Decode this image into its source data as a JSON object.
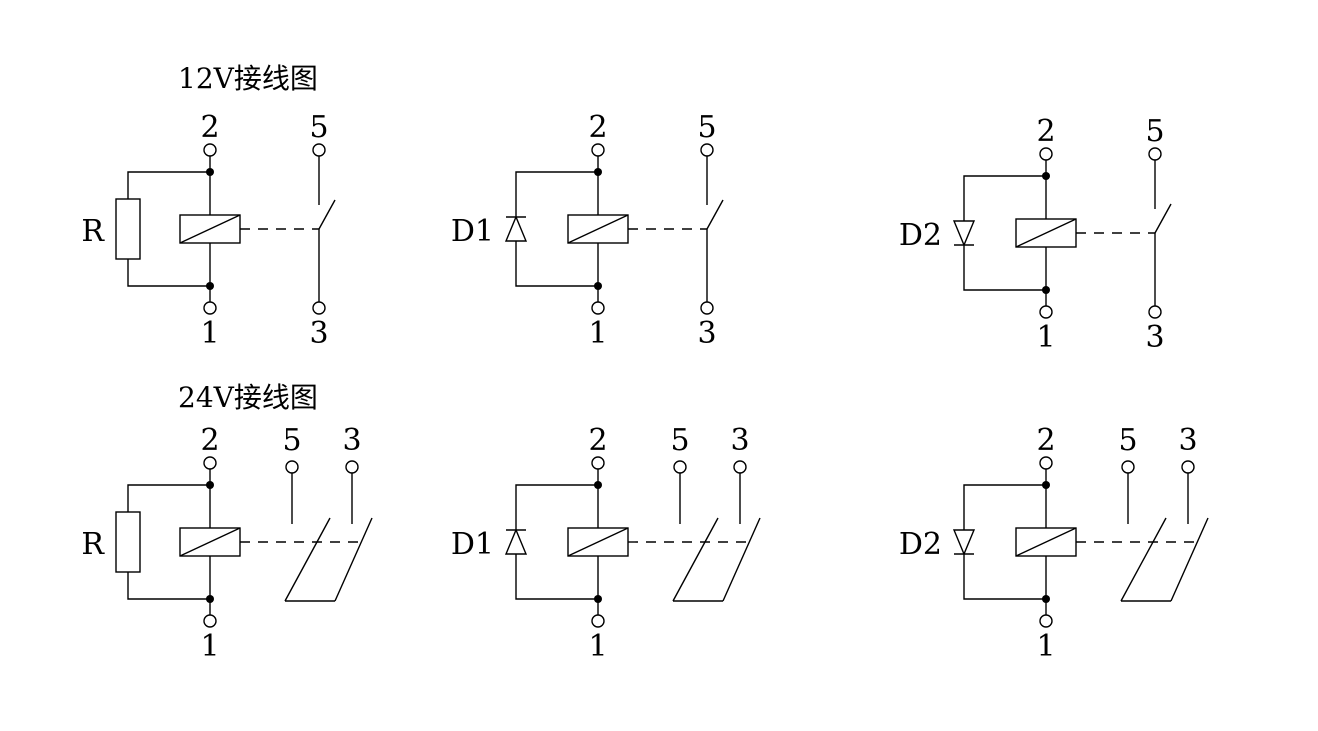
{
  "sections": [
    {
      "title": "12V接线图",
      "variant": "single-throw",
      "circuits": [
        {
          "suppressor": "R",
          "element": "resistor",
          "coil_top": "2",
          "coil_bottom": "1",
          "contacts": [
            "5",
            "3"
          ]
        },
        {
          "suppressor": "D1",
          "element": "diode-up",
          "coil_top": "2",
          "coil_bottom": "1",
          "contacts": [
            "5",
            "3"
          ]
        },
        {
          "suppressor": "D2",
          "element": "diode-down",
          "coil_top": "2",
          "coil_bottom": "1",
          "contacts": [
            "5",
            "3"
          ]
        }
      ]
    },
    {
      "title": "24V接线图",
      "variant": "two-contact",
      "circuits": [
        {
          "suppressor": "R",
          "element": "resistor",
          "coil_top": "2",
          "coil_bottom": "1",
          "contacts": [
            "5",
            "3"
          ]
        },
        {
          "suppressor": "D1",
          "element": "diode-up",
          "coil_top": "2",
          "coil_bottom": "1",
          "contacts": [
            "5",
            "3"
          ]
        },
        {
          "suppressor": "D2",
          "element": "diode-down",
          "coil_top": "2",
          "coil_bottom": "1",
          "contacts": [
            "5",
            "3"
          ]
        }
      ]
    }
  ]
}
